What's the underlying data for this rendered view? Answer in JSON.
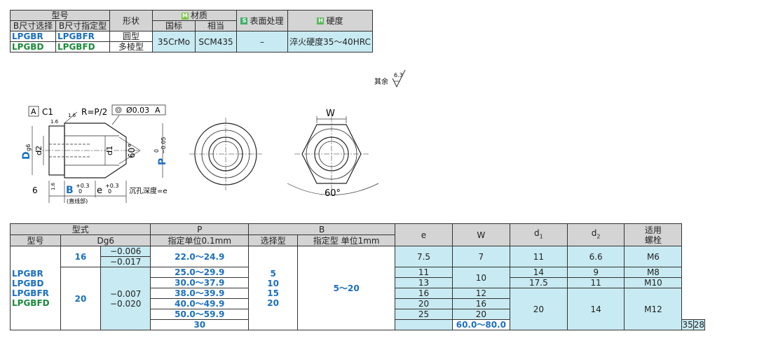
{
  "spec": {
    "h_model": "型号",
    "h_b_select": "B尺寸选择",
    "h_b_specify": "B尺寸指定型",
    "h_shape": "形状",
    "h_material_tag": "M",
    "h_material": "材质",
    "h_national": "国标",
    "h_equivalent": "相当",
    "h_surface_tag": "S",
    "h_surface": "表面处理",
    "h_hardness_tag": "H",
    "h_hardness": "硬度",
    "rows": [
      {
        "select": "LPGBR",
        "specify": "LPGBFR",
        "shape": "圆型"
      },
      {
        "select": "LPGBD",
        "specify": "LPGBFD",
        "shape": "多棱型"
      }
    ],
    "national": "35CrMo",
    "equivalent": "SCM435",
    "surface": "–",
    "hardness": "淬火硬度35～40HRC"
  },
  "drawing": {
    "roughness_note": "其余",
    "roughness_value": "6.3",
    "label_A": "A",
    "chamfer": "C1",
    "r16a": "1.6",
    "r16b": "1.6",
    "radius": "R=P/2",
    "runout": "Ø0.03",
    "datum": "A",
    "D": "D",
    "Dsub": "g6",
    "d2": "d2",
    "d1": "d1",
    "angle": "60°",
    "P": "P",
    "Ptol_top": "0",
    "Ptol_bot": "−0.05",
    "six": "6",
    "B": "B",
    "Btol_top": "+0.3",
    "Btol_bot": "0",
    "e": "e",
    "etol_top": "+0.3",
    "etol_bot": "0",
    "straight": "(直线部)",
    "counterbore": "沉孔深度=e",
    "r16c": "1.6",
    "W": "W",
    "hex_angle": "60°"
  },
  "main": {
    "h_type": "型式",
    "h_model": "型号",
    "h_dg6": "Dg6",
    "h_P": "P",
    "h_P_unit": "指定单位0.1mm",
    "h_B": "B",
    "h_B_select": "选择型",
    "h_B_specify": "指定型 单位1mm",
    "h_e": "e",
    "h_W": "W",
    "h_d1": "d",
    "h_d1_sub": "1",
    "h_d2": "d",
    "h_d2_sub": "2",
    "h_bolt1": "适用",
    "h_bolt2": "螺栓",
    "models": [
      "LPGBR",
      "LPGBD",
      "LPGBFR",
      "LPGBFD"
    ],
    "d16": "16",
    "d20": "20",
    "d30": "30",
    "tol16_a": "−0.006",
    "tol16_b": "−0.017",
    "tol20_a": "−0.007",
    "tol20_b": "−0.020",
    "P": [
      "22.0～24.9",
      "25.0～29.9",
      "30.0～37.9",
      "38.0～39.9",
      "40.0～49.9",
      "50.0～59.9",
      "60.0～80.0"
    ],
    "B_select": [
      "5",
      "10",
      "15",
      "20"
    ],
    "B_specify": "5～20",
    "e": [
      "7.5",
      "11",
      "13",
      "16",
      "20",
      "25",
      "35"
    ],
    "W": [
      "7",
      "10",
      "12",
      "16",
      "20",
      "28"
    ],
    "d1": [
      "11",
      "14",
      "17.5",
      "20"
    ],
    "d2": [
      "6.6",
      "9",
      "11",
      "14"
    ],
    "bolt": [
      "M6",
      "M8",
      "M10",
      "M12"
    ]
  }
}
